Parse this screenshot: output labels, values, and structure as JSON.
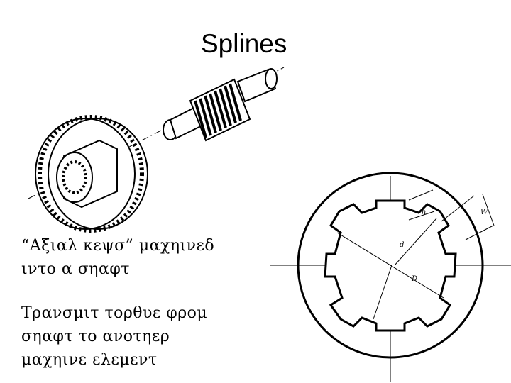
{
  "slide": {
    "title": "Splines",
    "bullets": [
      {
        "lines": [
          "“Αξιαλ κεψσ” μαχηινεδ",
          "ιντο α σηαφτ"
        ]
      },
      {
        "lines": [
          "Τρανσμιτ τορθυε φρομ",
          "σηαφτ το ανοτηερ",
          "μαχηινε ελεμεντ"
        ]
      }
    ]
  },
  "diagram": {
    "labels": {
      "h": "h",
      "w": "W",
      "d": "d",
      "D": "D"
    }
  }
}
